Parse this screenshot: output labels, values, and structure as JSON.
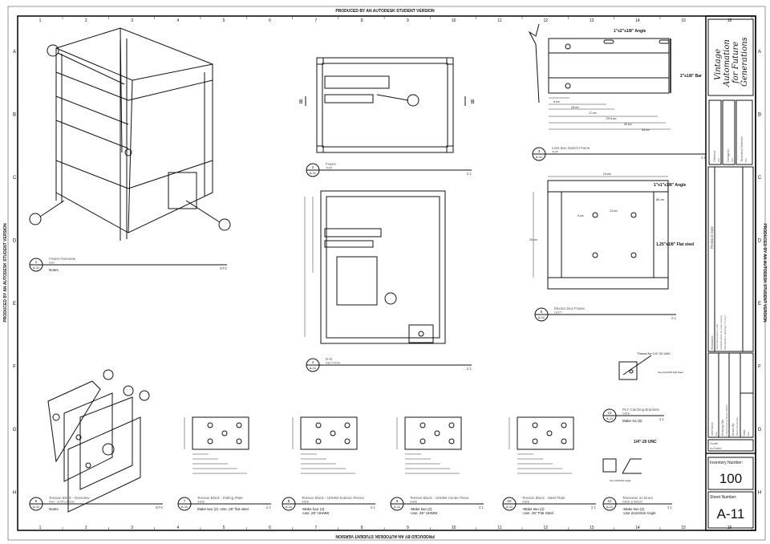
{
  "sheet": {
    "watermark": "PRODUCED BY AN AUTODESK STUDENT VERSION",
    "columns": [
      "1",
      "2",
      "3",
      "4",
      "5",
      "6",
      "7",
      "8",
      "9",
      "10",
      "11",
      "12",
      "13",
      "14",
      "15",
      "16"
    ],
    "rows": [
      "A",
      "B",
      "C",
      "D",
      "E",
      "F",
      "G",
      "H"
    ]
  },
  "title_block": {
    "company": [
      "Vintage",
      "Automation",
      "for Future",
      "Generations"
    ],
    "director_label": "Director:",
    "director_value": "N/A",
    "designer_label": "Designer:",
    "designer_value": "N/A",
    "tech_director_label": "Technical Director:",
    "tech_director_value": "N/A",
    "revision_label": "Revision Date",
    "revisions_label": "Revisions:",
    "revisions": [
      "Fixed dimensions in 3/8\"",
      "Updated colors for ease viewing",
      "Add details in drawings 1,5,6 & 7"
    ],
    "unit_name_label": "Unit Name:",
    "unit_name_value": "N/A",
    "drawing_title_label": "Drawing Title:",
    "drawing_title_value": "Frame Parts & Tension Block",
    "drawn_by_label": "Drawn By:",
    "drawn_by_value": "Martin Prauchner",
    "date_label": "Date:",
    "date_value": "N/A",
    "scale_label": "Scale:",
    "scale_value": "As Noted",
    "inventory_label": "Inventory Number:",
    "inventory_value": "100",
    "sheet_label": "Sheet Number:",
    "sheet_value": "A-11"
  },
  "views": [
    {
      "num": "1",
      "ref": "A-11",
      "title": "Frame Overview",
      "sub": "ISO",
      "scale": "NTS",
      "notes": [
        "Notes"
      ]
    },
    {
      "num": "2",
      "ref": "A-11",
      "title": "Frame",
      "sub": "TOP",
      "scale": "2:1",
      "notes": []
    },
    {
      "num": "3",
      "ref": "A-11",
      "title": "Limit Box Switch Frame",
      "sub": "TOP",
      "scale": "4:1",
      "notes": []
    },
    {
      "num": "4",
      "ref": "A-11",
      "title": "D-D",
      "sub": "SECTION",
      "scale": "2:1",
      "notes": []
    },
    {
      "num": "5",
      "ref": "A-11",
      "title": "Electric Box Frame",
      "sub": "LEFT",
      "scale": "2:1",
      "notes": []
    },
    {
      "num": "11",
      "ref": "A-11",
      "title": "PLY Catching Brackets",
      "sub": "SIDE",
      "scale": "4:1",
      "notes": [
        "Make six (6)"
      ]
    },
    {
      "num": "6",
      "ref": "A-11",
      "title": "Tension Block - Overview",
      "sub": "ISO - EXPLOTED",
      "scale": "NTS",
      "notes": [
        "Notes"
      ]
    },
    {
      "num": "7",
      "ref": "A-11",
      "title": "Tension Block - Pulling Plate",
      "sub": "SIDE",
      "scale": "2:1",
      "notes": [
        "Make two (2) -Use .25\" flat steel"
      ]
    },
    {
      "num": "8",
      "ref": "A-11",
      "title": "Tension Block - UHMW Exterior Pieces",
      "sub": "SIDE",
      "scale": "2:1",
      "notes": [
        "-Make four (4)",
        "-Use .25\" UHMW"
      ]
    },
    {
      "num": "9",
      "ref": "A-11",
      "title": "Tension Block - UHMW Center Piece",
      "sub": "SIDE",
      "scale": "2:1",
      "notes": [
        "-Make two (2)",
        "-Use .25\" UHMW"
      ]
    },
    {
      "num": "10",
      "ref": "A-11",
      "title": "Tension Block - Steel Plate",
      "sub": "SIDE",
      "scale": "2:1",
      "notes": [
        "-Make two (2)",
        "-Use .25\" Flat Steel"
      ]
    },
    {
      "num": "12",
      "ref": "A-11",
      "title": "Tensioner on Drum",
      "sub": "SIDE & BACK",
      "scale": "4:1",
      "notes": [
        "-Make two (2)",
        "-Use 2x2x3/16 Angle"
      ]
    }
  ],
  "annotations": {
    "section_b": "B",
    "angle_top": "1\"x2\"x1/8\" Angle",
    "bar_top": "2\"x1/8\" Bar",
    "angle_elec": "1\"x1\"x1/8\" Angle",
    "flat_steel": "1.25\"x1/8\" Flat steel",
    "thread": "Thread for 1/4\"-20 UNC",
    "use_flat": "Use 2x2x3/16 Flat Steel",
    "use_angle": "Use 2x2x3/16 Angle",
    "unc": "1/4\"-20 UNC",
    "dims_lb": [
      "6 cm",
      "16 cm",
      "17 cm",
      "29.5 cm",
      "32 cm",
      "33 cm"
    ],
    "dims_eb": [
      "24 cm",
      "13 cm",
      "9 cm",
      "19 cm",
      "Ø1 cm"
    ]
  }
}
